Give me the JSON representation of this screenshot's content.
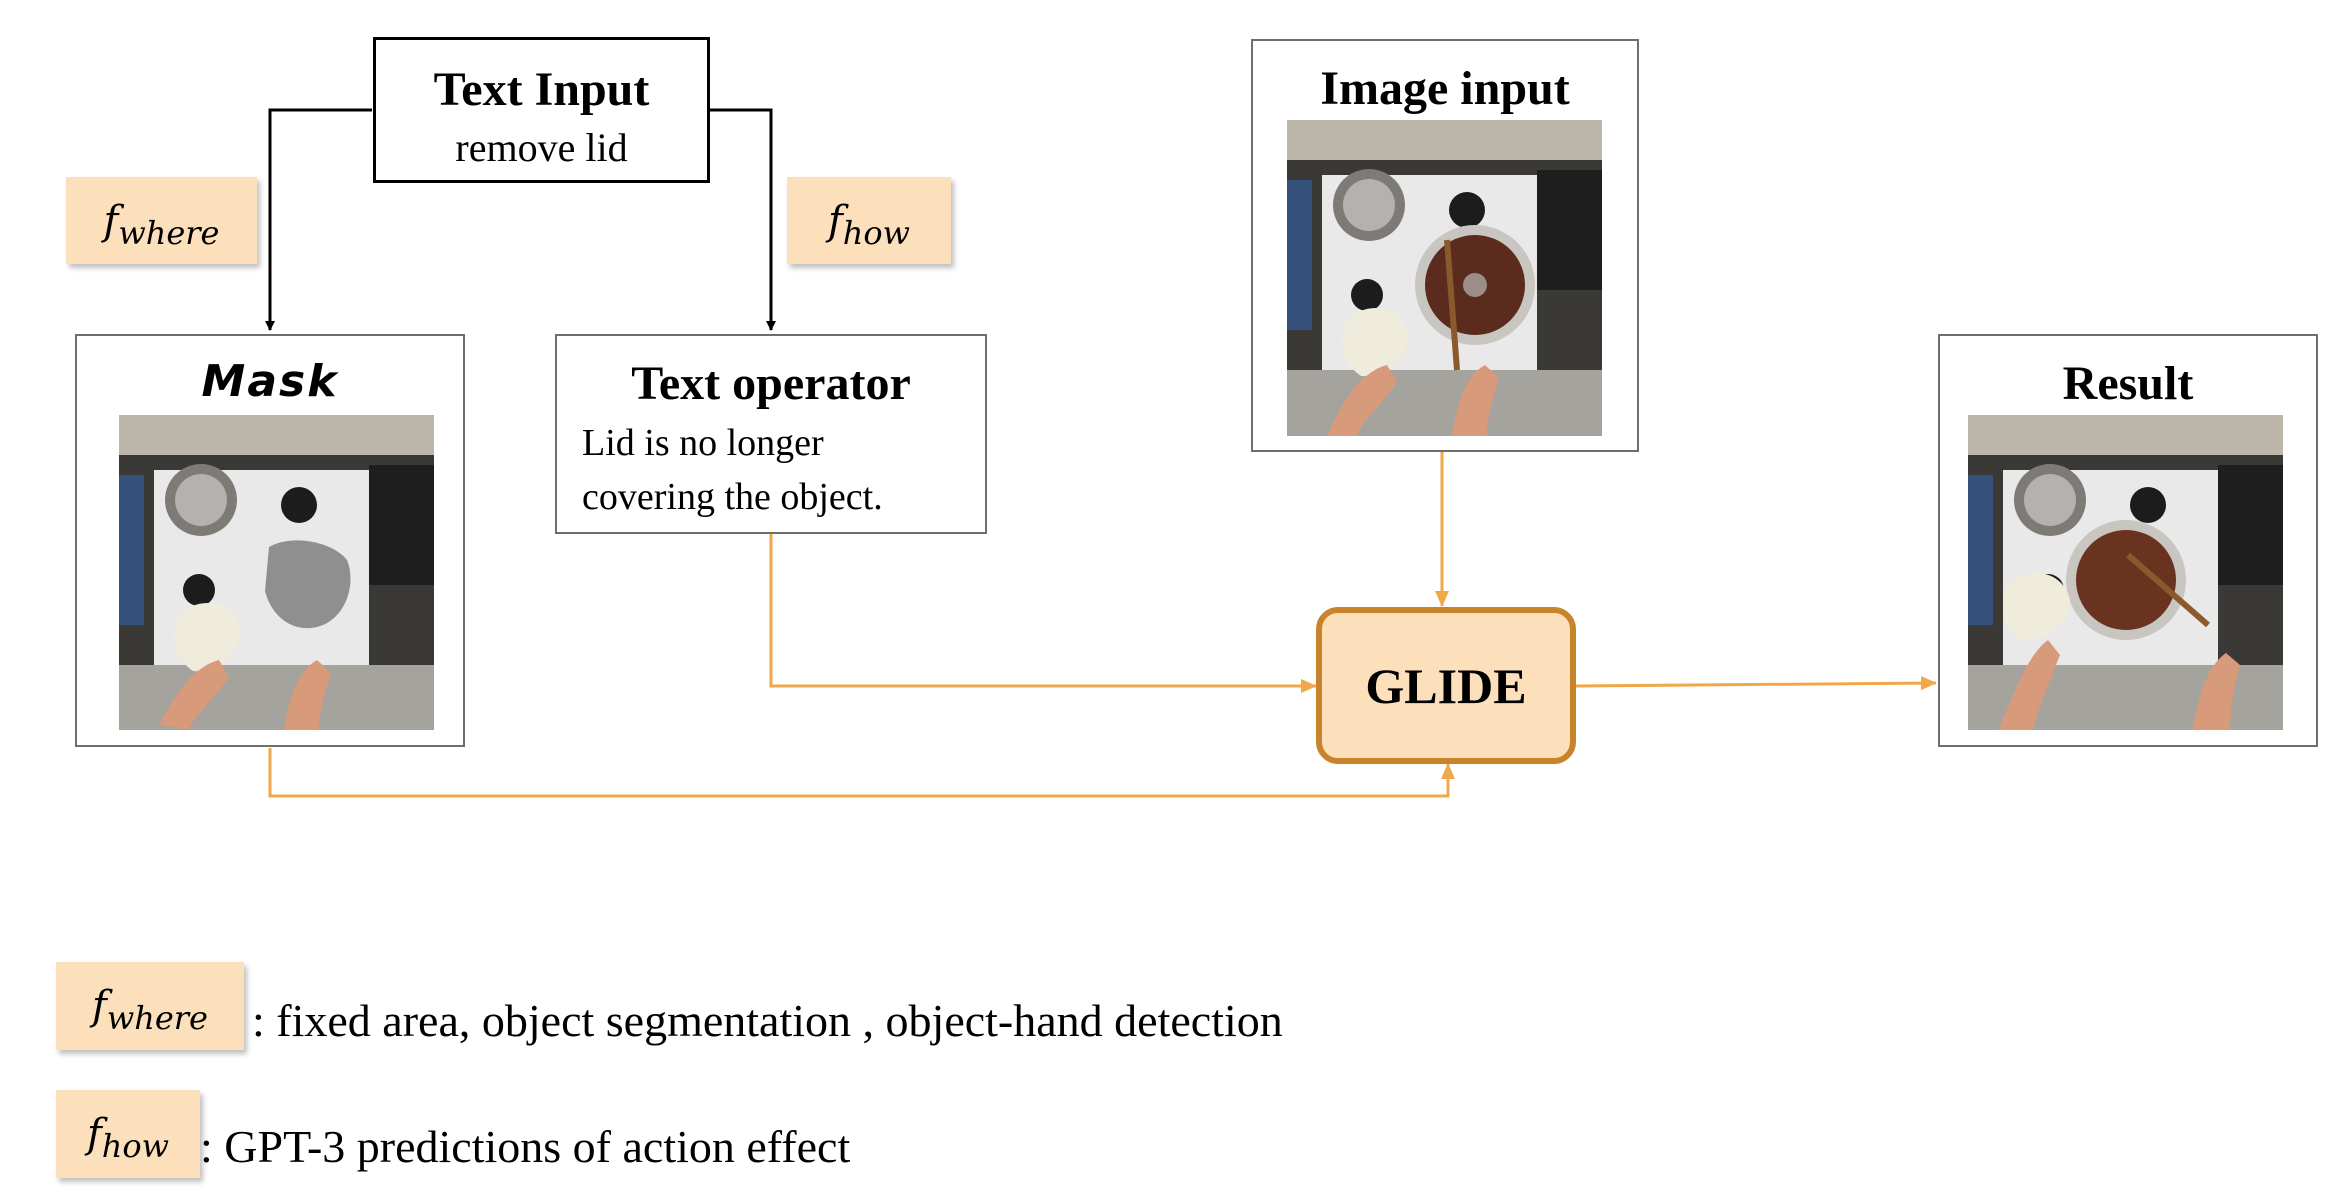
{
  "text_input": {
    "title": "Text Input",
    "value": "remove lid"
  },
  "f_where": {
    "base": "f",
    "subscript": "where"
  },
  "f_how": {
    "base": "f",
    "subscript": "how"
  },
  "mask": {
    "title": "Mask"
  },
  "text_operator": {
    "title": "Text operator",
    "line1": "Lid is no longer",
    "line2": "covering the object."
  },
  "image_input": {
    "title": "Image input"
  },
  "glide": {
    "label": "GLIDE"
  },
  "result": {
    "title": "Result"
  },
  "legend": {
    "where_desc": ": fixed area, object segmentation , object-hand detection",
    "how_desc": ": GPT-3 predictions of action effect"
  },
  "colors": {
    "accent_fill": "#fce0bc",
    "accent_stroke": "#c8842c",
    "arrow_orange": "#f0a848"
  }
}
